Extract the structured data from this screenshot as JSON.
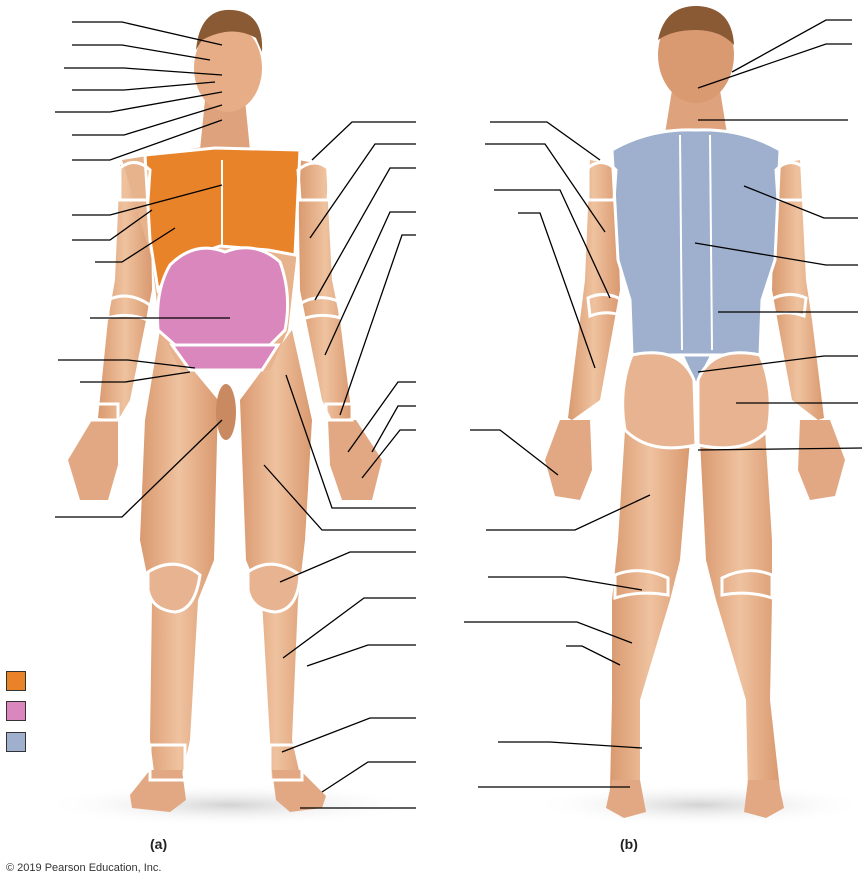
{
  "figure": {
    "panel_a_label": "(a)",
    "panel_b_label": "(b)",
    "copyright": "© 2019 Pearson Education, Inc."
  },
  "legend": {
    "swatches": [
      {
        "name": "orange",
        "color": "#e8832a"
      },
      {
        "name": "pink",
        "color": "#d987bd"
      },
      {
        "name": "blue",
        "color": "#9eb0cd"
      }
    ]
  },
  "colors": {
    "skin": "#e9b690",
    "skin_shadow": "#c98a62",
    "hair": "#8a5a34",
    "region_outline": "#ffffff",
    "leader_line": "#000000"
  }
}
